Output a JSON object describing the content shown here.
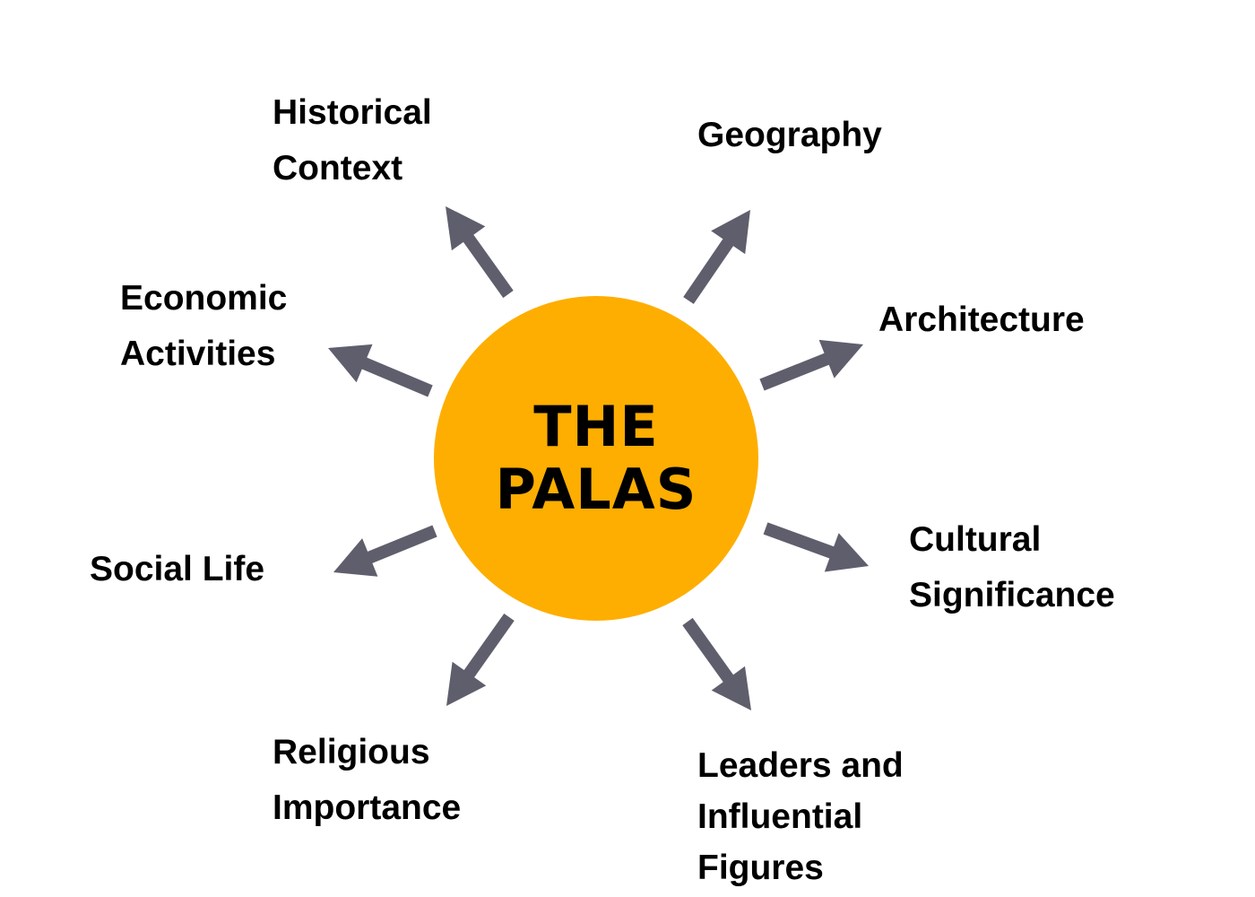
{
  "center": {
    "line1": "THE",
    "line2": "PALAS"
  },
  "colors": {
    "circle": "#FEAE00",
    "arrow": "#5F5E6C",
    "text": "#000000"
  },
  "topics": [
    {
      "id": "historical-context",
      "lines": [
        "Historical",
        "Context"
      ]
    },
    {
      "id": "geography",
      "lines": [
        "Geography"
      ]
    },
    {
      "id": "architecture",
      "lines": [
        "Architecture"
      ]
    },
    {
      "id": "economic-activities",
      "lines": [
        "Economic",
        "Activities"
      ]
    },
    {
      "id": "social-life",
      "lines": [
        "Social Life"
      ]
    },
    {
      "id": "cultural-significance",
      "lines": [
        "Cultural",
        "Significance"
      ]
    },
    {
      "id": "religious-importance",
      "lines": [
        "Religious",
        "Importance"
      ]
    },
    {
      "id": "leaders-and-influential-figures",
      "lines": [
        "Leaders and",
        "Influential",
        "Figures"
      ]
    }
  ]
}
